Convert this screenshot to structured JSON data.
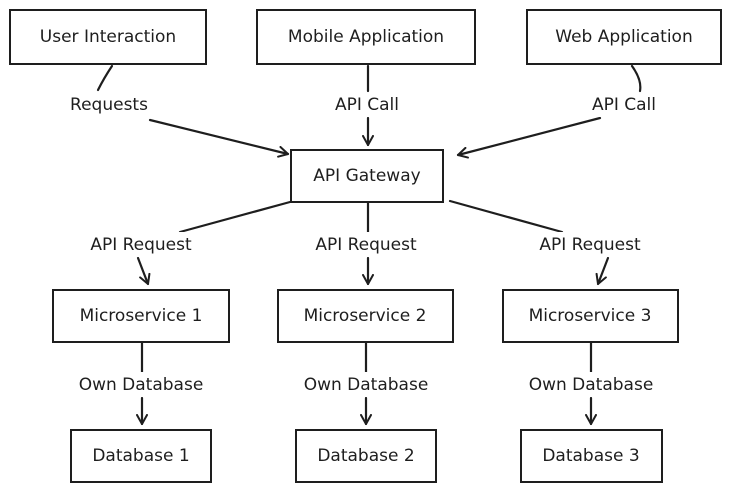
{
  "diagram": {
    "nodes": {
      "user_interaction": "User Interaction",
      "mobile_application": "Mobile Application",
      "web_application": "Web Application",
      "api_gateway": "API Gateway",
      "microservice_1": "Microservice 1",
      "microservice_2": "Microservice 2",
      "microservice_3": "Microservice 3",
      "database_1": "Database 1",
      "database_2": "Database 2",
      "database_3": "Database 3"
    },
    "edges": {
      "user_to_gateway": "Requests",
      "mobile_to_gateway": "API Call",
      "web_to_gateway": "API Call",
      "gateway_to_ms1": "API Request",
      "gateway_to_ms2": "API Request",
      "gateway_to_ms3": "API Request",
      "ms1_to_db1": "Own Database",
      "ms2_to_db2": "Own Database",
      "ms3_to_db3": "Own Database"
    }
  }
}
